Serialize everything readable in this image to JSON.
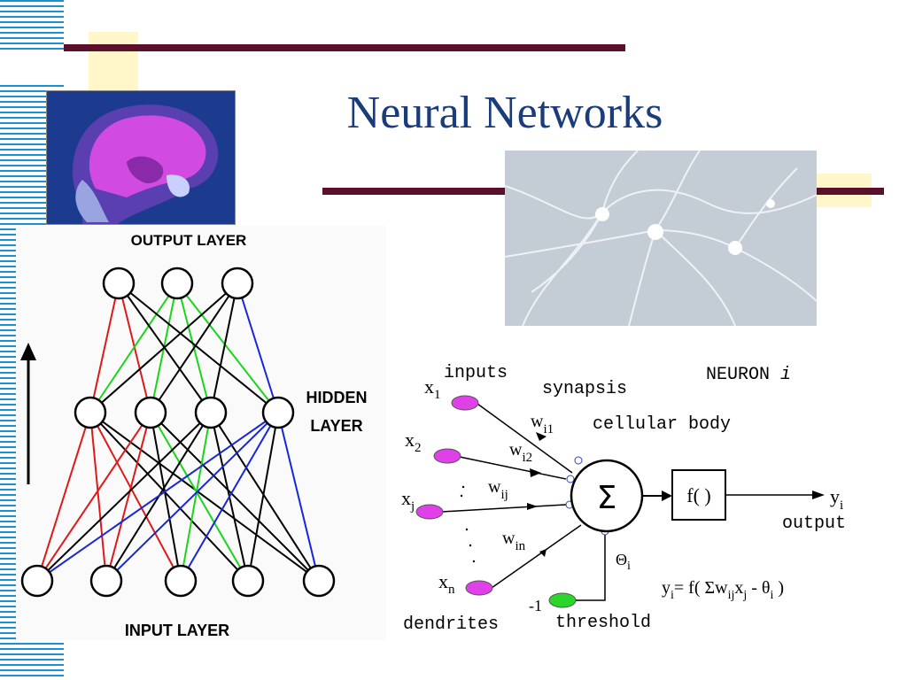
{
  "slide": {
    "title": "Neural Networks",
    "accent_color": "#5b0f2b",
    "title_color": "#1a3c7a",
    "stripe_color": "#1f8fd4"
  },
  "images": {
    "brain": "brain-mri-image",
    "neurons": "neuron-photo-image"
  },
  "network": {
    "output_label": "OUTPUT LAYER",
    "hidden_label_line1": "HIDDEN",
    "hidden_label_line2": "LAYER",
    "input_label": "INPUT LAYER"
  },
  "neuron": {
    "inputs_label": "inputs",
    "synapsis_label": "synapsis",
    "neuron_label": "NEURON",
    "neuron_index": "i",
    "cellular_body_label": "cellular body",
    "x1": "x",
    "x1_sub": "1",
    "x2": "x",
    "x2_sub": "2",
    "xj": "x",
    "xj_sub": "j",
    "xn": "x",
    "xn_sub": "n",
    "w1": "w",
    "w1_sub": "i1",
    "w2": "w",
    "w2_sub": "i2",
    "wj": "w",
    "wj_sub": "ij",
    "wn": "w",
    "wn_sub": "in",
    "sum_symbol": "Σ",
    "activation": "f( )",
    "theta": "Θ",
    "theta_sub": "i",
    "minus_one": "-1",
    "y": "y",
    "y_sub": "i",
    "output_label": "output",
    "dendrites_label": "dendrites",
    "threshold_label": "threshold",
    "formula_y": "y",
    "formula_y_sub": "i",
    "formula_mid": "= f( Σw",
    "formula_w_sub": "ij",
    "formula_x": "x",
    "formula_x_sub": "j",
    "formula_minus": " - θ",
    "formula_theta_sub": "i",
    "formula_end": " )"
  }
}
